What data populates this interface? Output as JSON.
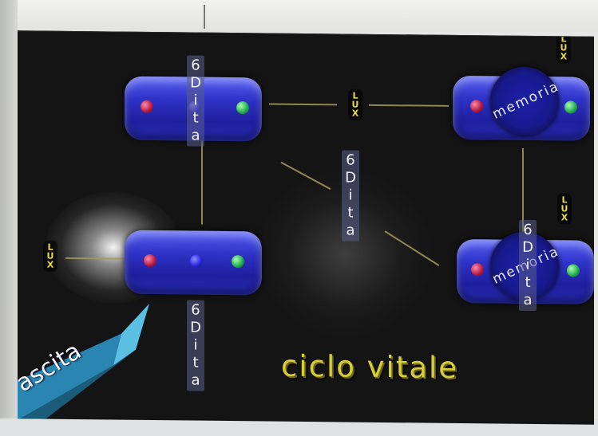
{
  "scene": {
    "caption": "ciclo vitale",
    "arrow_label": "ascita",
    "cells": [
      {
        "id": "top-left"
      },
      {
        "id": "mid-left"
      },
      {
        "id": "top-right"
      },
      {
        "id": "mid-right"
      }
    ],
    "dita_label": [
      "6",
      "D",
      "i",
      "t",
      "a"
    ],
    "lux_label": [
      "L",
      "U",
      "X"
    ],
    "ring_label": "memoria",
    "colors": {
      "background": "#141414",
      "cell": "#2f33c8",
      "text_3d": "#d7cc3a",
      "arrow": "#2a86b0"
    },
    "icons": [
      "red-sphere-icon",
      "blue-sphere-icon",
      "green-sphere-icon",
      "arrow-icon"
    ]
  }
}
